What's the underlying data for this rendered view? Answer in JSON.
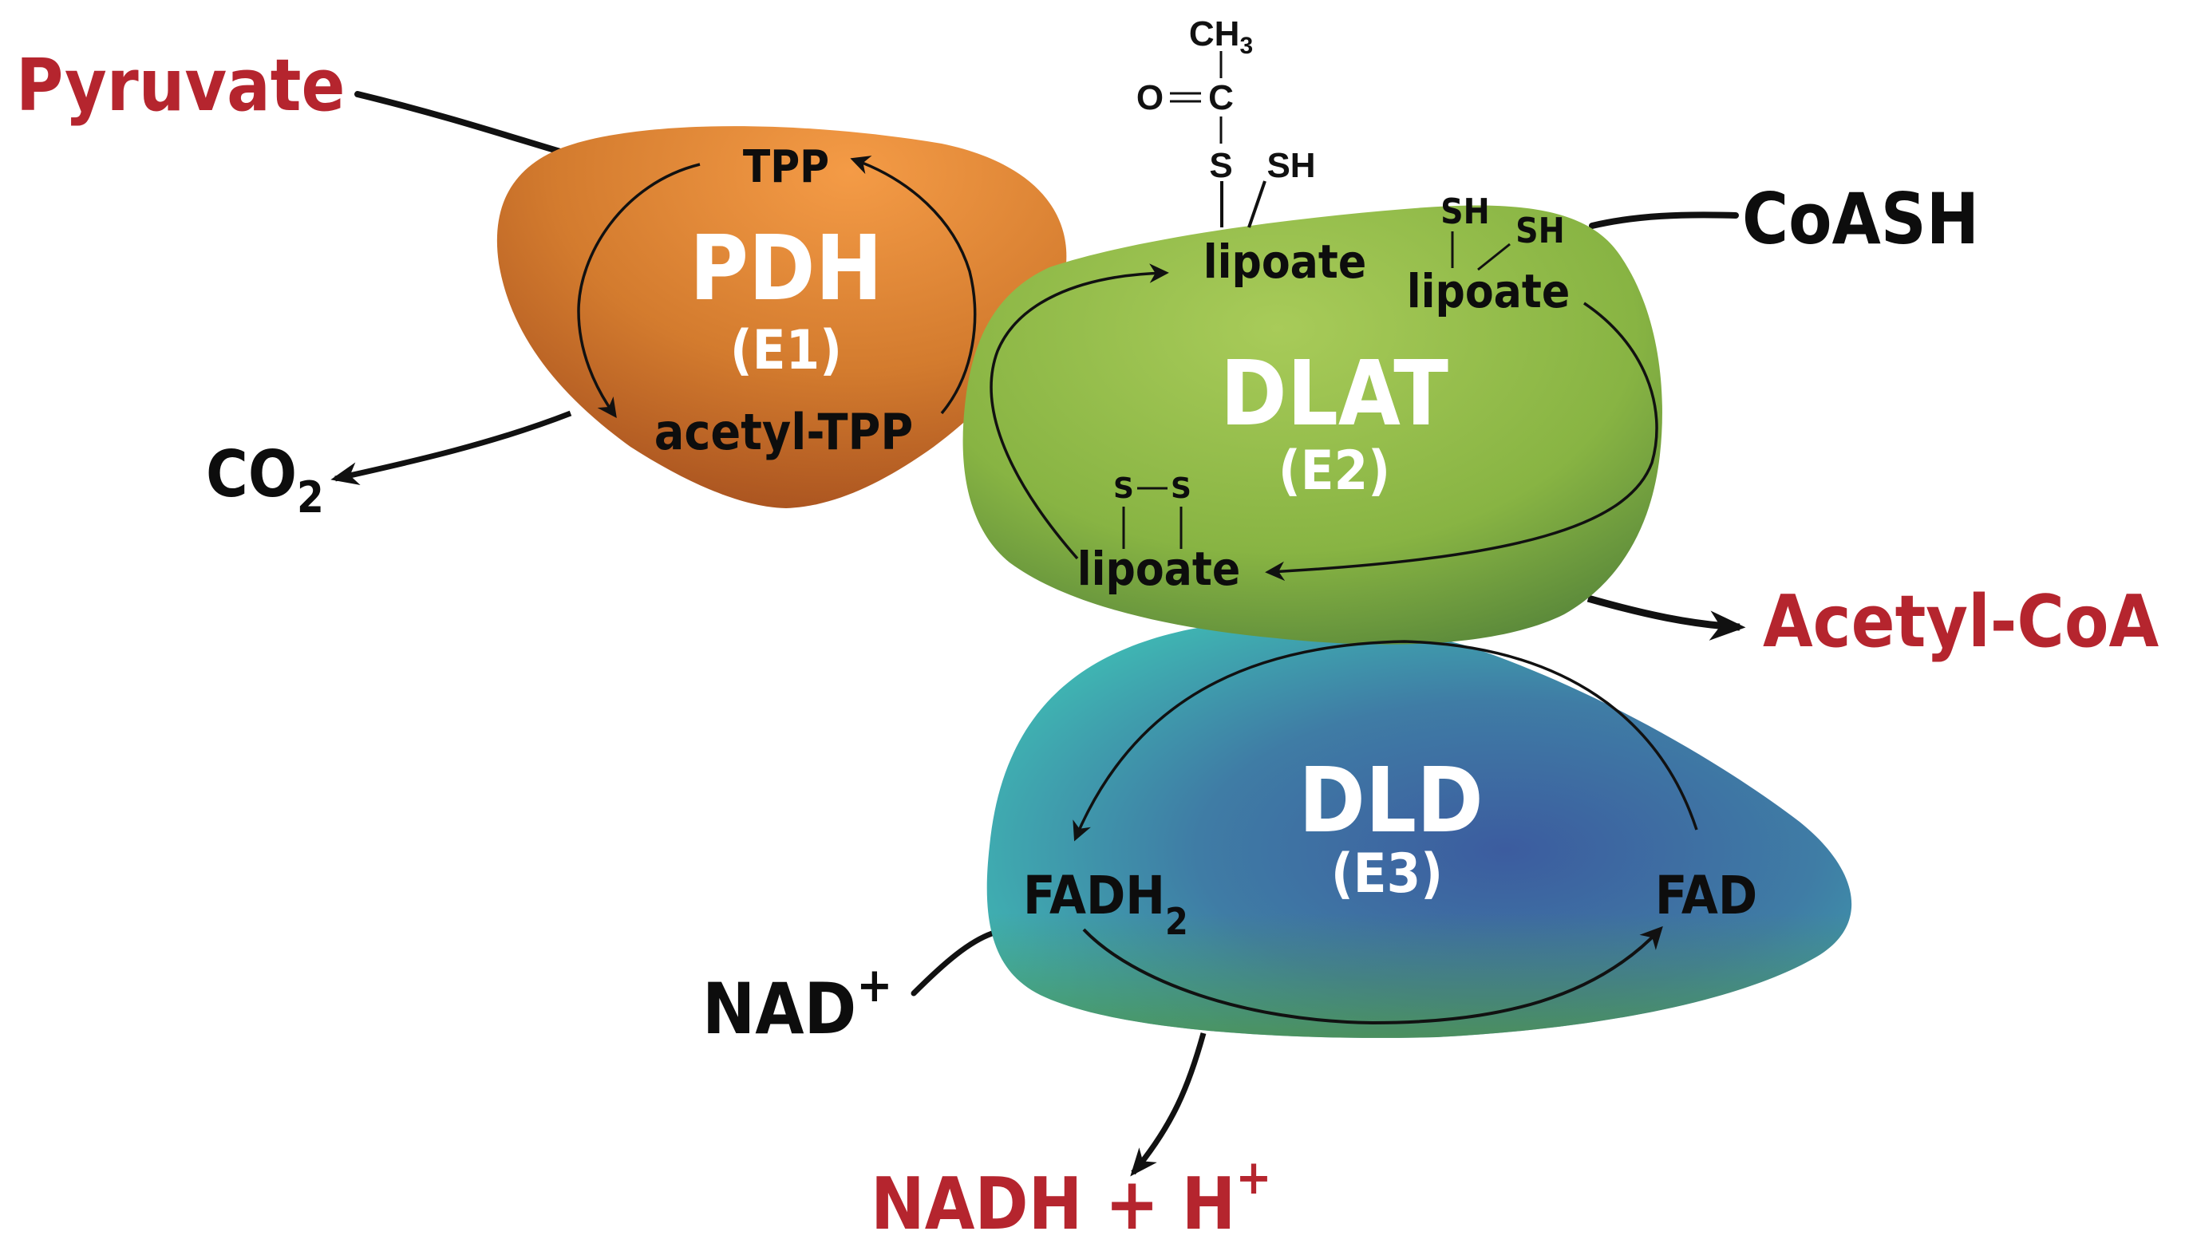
{
  "diagram": {
    "title": "Pyruvate dehydrogenase complex reaction cycle",
    "colors": {
      "substrate_red": "#b5252e",
      "text_black": "#0d0d0d",
      "enzyme_label_white": "#ffffff",
      "pdh_orange_light": "#f39a45",
      "pdh_orange_dark": "#a8501e",
      "dlat_green_light": "#a6c957",
      "dlat_green_dark": "#4d7c38",
      "dld_teal": "#3fb3b2",
      "dld_blue": "#3d5e9f"
    },
    "inputs_outputs": {
      "pyruvate": "Pyruvate",
      "co2_main": "CO",
      "co2_sub": "2",
      "coash": "CoASH",
      "acetyl_coa": "Acetyl-CoA",
      "nad_main": "NAD",
      "nad_sup": "+",
      "nadh_main": "NADH + H",
      "nadh_sup": "+"
    },
    "enzymes": {
      "e1": {
        "name": "PDH",
        "code": "(E1)",
        "cofactor_top": "TPP",
        "cofactor_bottom": "acetyl-TPP"
      },
      "e2": {
        "name": "DLAT",
        "code": "(E2)",
        "lipoate_acetyl": "lipoate",
        "lipoate_reduced": "lipoate",
        "lipoate_oxidized": "lipoate",
        "sh_label": "SH",
        "s_label": "S"
      },
      "e3": {
        "name": "DLD",
        "code": "(E3)",
        "fadh_main": "FADH",
        "fadh_sub": "2",
        "fad": "FAD"
      }
    },
    "acetyl_group": {
      "ch3_main": "CH",
      "ch3_sub": "3",
      "carbonyl_o": "O",
      "carbonyl_c": "C",
      "thioester_s": "S",
      "free_sh": "SH"
    }
  }
}
